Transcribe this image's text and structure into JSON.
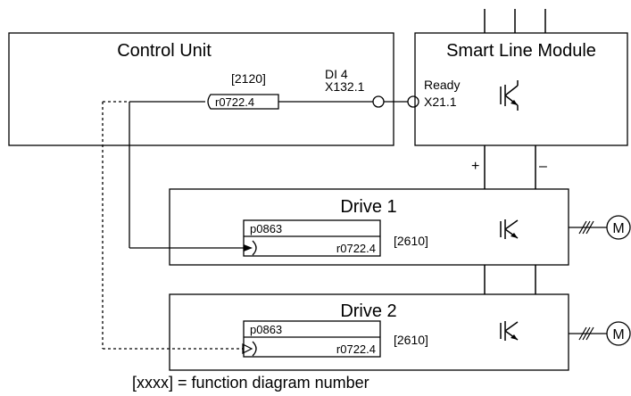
{
  "control_unit": {
    "title": "Control Unit",
    "function_diagram_ref": "[2120]",
    "signal_param": "r0722.4",
    "di_label": "DI 4",
    "terminal_label": "X132.1"
  },
  "smart_line_module": {
    "title": "Smart Line Module",
    "ready_label": "Ready",
    "terminal_label": "X21.1",
    "dc_plus_label": "+",
    "dc_minus_label": "–"
  },
  "drives": [
    {
      "title": "Drive 1",
      "input_param": "p0863",
      "source_param": "r0722.4",
      "function_diagram_ref": "[2610]",
      "motor_label": "M"
    },
    {
      "title": "Drive 2",
      "input_param": "p0863",
      "source_param": "r0722.4",
      "function_diagram_ref": "[2610]",
      "motor_label": "M"
    }
  ],
  "legend": "[xxxx] = function diagram number",
  "icons": [
    "igbt-icon",
    "motor-icon",
    "connector-circle-icon"
  ]
}
